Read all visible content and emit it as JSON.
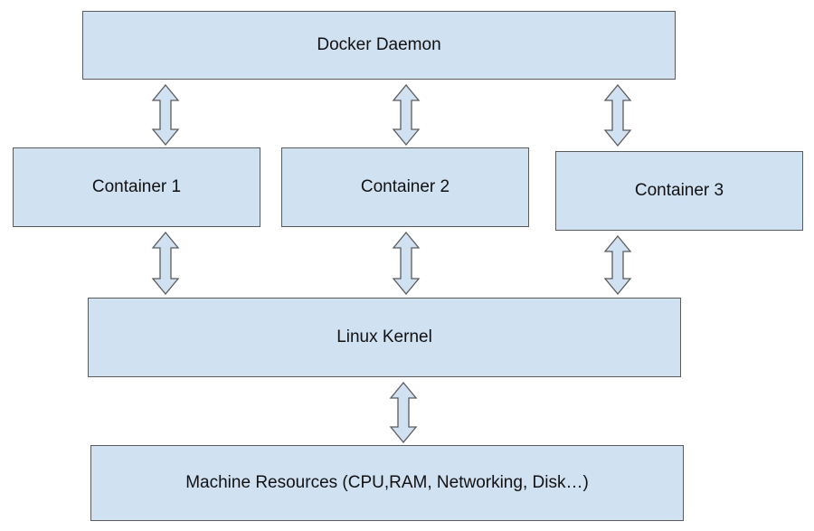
{
  "diagram": {
    "docker_daemon": "Docker Daemon",
    "containers": [
      "Container 1",
      "Container 2",
      "Container 3"
    ],
    "linux_kernel": "Linux Kernel",
    "machine_resources": "Machine Resources (CPU,RAM, Networking, Disk…)"
  },
  "colors": {
    "box_fill": "#d0e1f2",
    "box_border": "#5b5b5b",
    "arrow_fill": "#d0e1f2",
    "arrow_stroke": "#5b5b5b"
  }
}
